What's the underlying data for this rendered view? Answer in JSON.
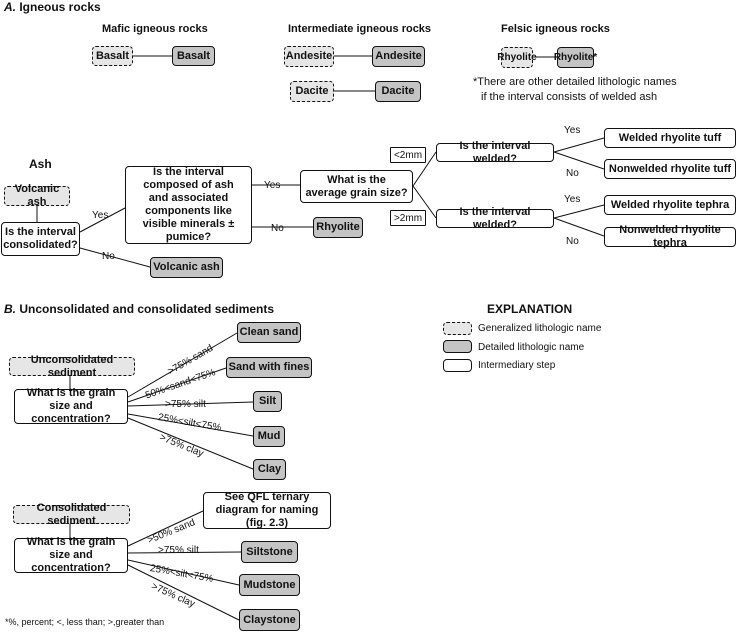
{
  "section_a": {
    "title_letter": "A.",
    "title_text": "Igneous rocks",
    "mafic": {
      "heading": "Mafic igneous rocks",
      "general": "Basalt",
      "detailed": "Basalt"
    },
    "intermediate": {
      "heading": "Intermediate igneous rocks",
      "general_1": "Andesite",
      "detailed_1": "Andesite",
      "general_2": "Dacite",
      "detailed_2": "Dacite"
    },
    "felsic": {
      "heading": "Felsic igneous rocks",
      "general": "Rhyolite",
      "detailed": "Rhyolite*",
      "note_1": "*There are other detailed lithologic names",
      "note_2": "if the interval consists of welded ash"
    },
    "ash": {
      "heading": "Ash",
      "general": "Volcanic ash",
      "q_consolidated": "Is the interval consolidated?",
      "no_label": "No",
      "no_result": "Volcanic ash",
      "yes_label": "Yes",
      "q_composed": "Is the interval composed of ash and associated components like visible minerals ± pumice?",
      "no_label_2": "No",
      "rhyolite": "Rhyolite",
      "yes_label_2": "Yes",
      "q_grain": "What is the average grain size?",
      "lt2mm": "<2mm",
      "gt2mm": ">2mm",
      "q_welded_1": "Is the interval welded?",
      "q_welded_2": "Is the interval welded?",
      "yes_a": "Yes",
      "no_a": "No",
      "yes_b": "Yes",
      "no_b": "No",
      "welded_tuff": "Welded rhyolite tuff",
      "nonwelded_tuff": "Nonwelded rhyolite tuff",
      "welded_tephra": "Welded rhyolite tephra",
      "nonwelded_tephra": "Nonwelded rhyolite tephra"
    }
  },
  "section_b": {
    "title_letter": "B.",
    "title_text": "Unconsolidated and consolidated sediments",
    "unconsolidated": {
      "general": "Unconsolidated sediment",
      "question": "What is the grain size and concentration?",
      "branches": [
        {
          "label": ">75% sand",
          "result": "Clean sand"
        },
        {
          "label": "50%<sand<75%",
          "result": "Sand with fines"
        },
        {
          "label": ">75% silt",
          "result": "Silt"
        },
        {
          "label": "25%<silt<75%",
          "result": "Mud"
        },
        {
          "label": ">75% clay",
          "result": "Clay"
        }
      ]
    },
    "consolidated": {
      "general": "Consolidated sediment",
      "question": "What is the grain size and concentration?",
      "branches": [
        {
          "label": ">50% sand",
          "result": "See QFL ternary diagram for naming (fig. 2.3)"
        },
        {
          "label": ">75% silt",
          "result": "Siltstone"
        },
        {
          "label": "25%<silt<75%",
          "result": "Mudstone"
        },
        {
          "label": ">75% clay",
          "result": "Claystone"
        }
      ]
    }
  },
  "explanation": {
    "title": "EXPLANATION",
    "general": "Generalized lithologic name",
    "detailed": "Detailed lithologic name",
    "intermediary": "Intermediary step"
  },
  "footnote": "*%, percent; <, less than; >,greater than"
}
